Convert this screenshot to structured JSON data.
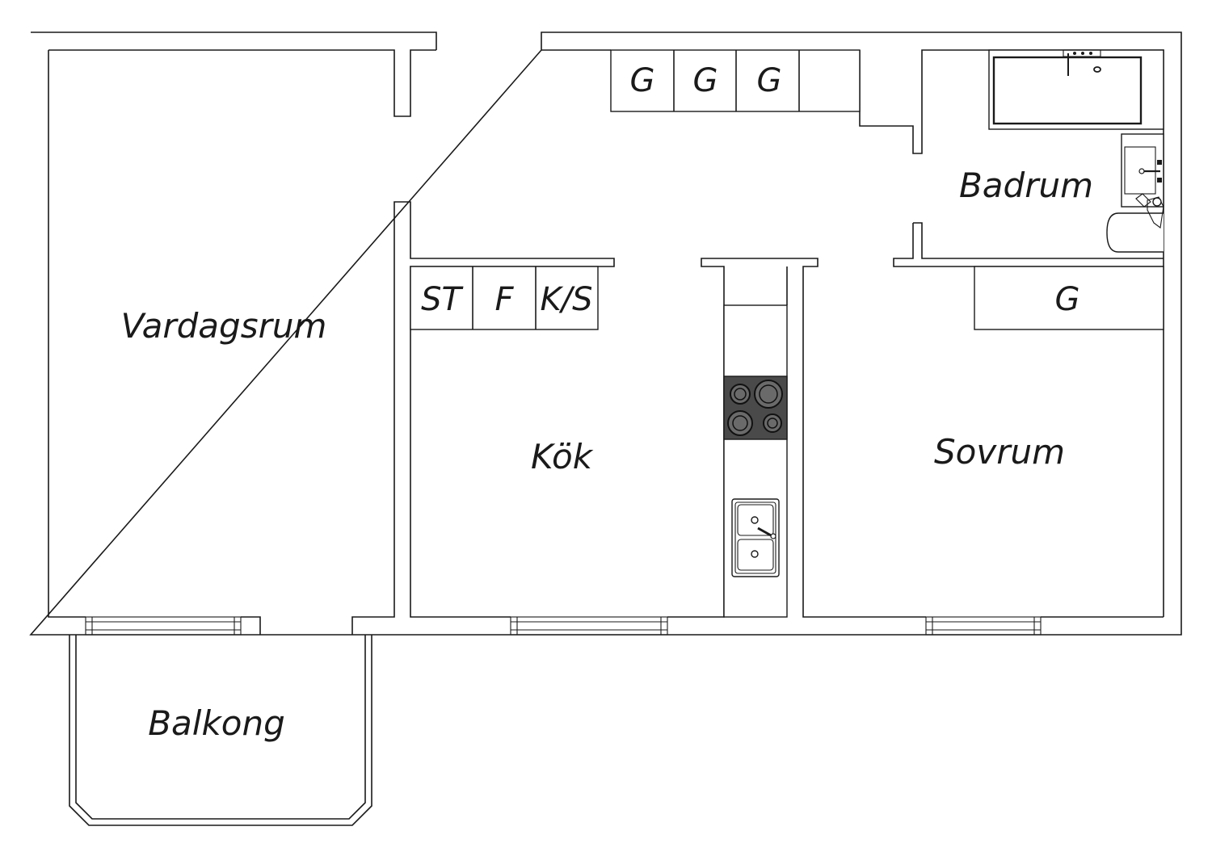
{
  "rooms": {
    "living": "Vardagsrum",
    "kitchen": "Kök",
    "bedroom": "Sovrum",
    "bathroom": "Badrum",
    "balcony": "Balkong"
  },
  "cabinets": {
    "hall_1": "G",
    "hall_2": "G",
    "hall_3": "G",
    "kitchen_stove_cab": "ST",
    "kitchen_freezer": "F",
    "kitchen_fridge_freezer": "K/S",
    "bedroom_wardrobe": "G"
  },
  "colors": {
    "wall_stroke": "#1a1a1a",
    "background": "#ffffff",
    "stove_top": "#4a4a4a"
  },
  "icons": [
    "stove-icon",
    "sink-icon",
    "bathtub-icon",
    "washbasin-icon",
    "toilet-icon",
    "window-icon"
  ]
}
